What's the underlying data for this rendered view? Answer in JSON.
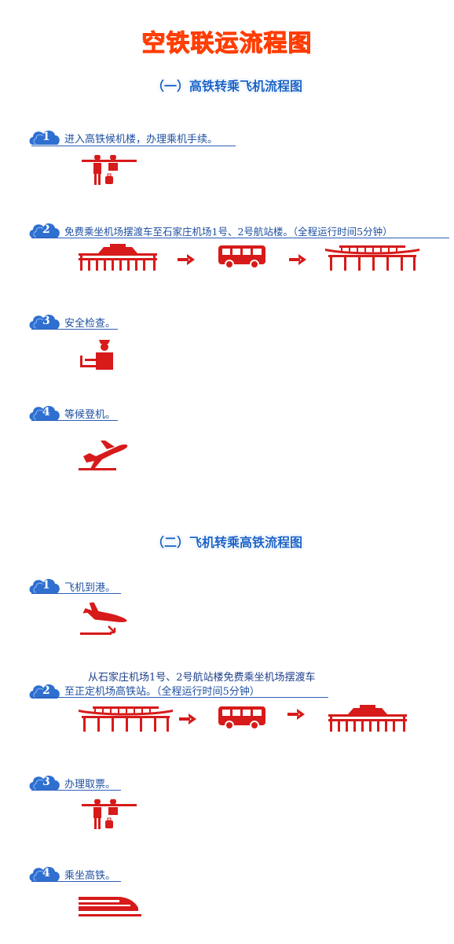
{
  "title": "空铁联运流程图",
  "sections": [
    {
      "heading": "（一）高铁转乘飞机流程图",
      "steps": [
        {
          "num": "1",
          "text": "进入高铁候机楼，办理乘机手续。",
          "icon": "check-in-counter-icon"
        },
        {
          "num": "2",
          "text": "免费乘坐机场摆渡车至石家庄机场1号、2号航站楼。（全程运行时间5分钟）",
          "icon": "station-bus-terminal-icons"
        },
        {
          "num": "3",
          "text": "安全检查。",
          "icon": "security-check-icon"
        },
        {
          "num": "4",
          "text": "等候登机。",
          "icon": "plane-takeoff-icon"
        }
      ]
    },
    {
      "heading": "（二）飞机转乘高铁流程图",
      "steps": [
        {
          "num": "1",
          "text": "飞机到港。",
          "icon": "plane-landing-icon"
        },
        {
          "num": "2",
          "text_line1": "从石家庄机场1号、2号航站楼免费乘坐机场摆渡车",
          "text_line2": "至正定机场高铁站。（全程运行时间5分钟）",
          "icon": "terminal-bus-station-icons"
        },
        {
          "num": "3",
          "text": "办理取票。",
          "icon": "ticket-counter-icon"
        },
        {
          "num": "4",
          "text": "乘坐高铁。",
          "icon": "high-speed-train-icon"
        }
      ]
    }
  ],
  "colors": {
    "title": "#ff6a1a",
    "heading": "#1b63c6",
    "badge": "#2e6fd0",
    "icon_red": "#d71a1a",
    "step_text": "#1d4fa0"
  }
}
